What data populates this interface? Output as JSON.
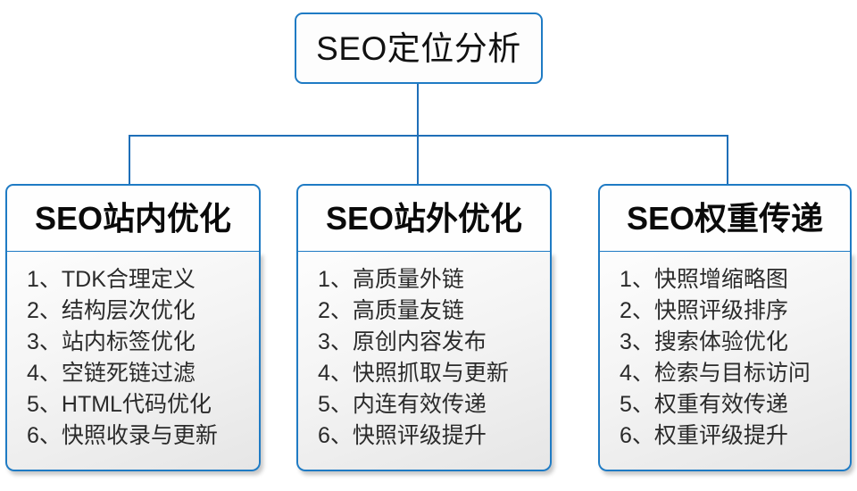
{
  "diagram": {
    "type": "tree-org-chart",
    "root": {
      "label": "SEO定位分析"
    },
    "branches": [
      {
        "header": "SEO站内优化",
        "items": [
          {
            "num": "1、",
            "text": "TDK合理定义"
          },
          {
            "num": "2、",
            "text": "结构层次优化"
          },
          {
            "num": "3、",
            "text": "站内标签优化"
          },
          {
            "num": "4、",
            "text": "空链死链过滤"
          },
          {
            "num": "5、",
            "text": "HTML代码优化"
          },
          {
            "num": "6、",
            "text": "快照收录与更新"
          }
        ]
      },
      {
        "header": "SEO站外优化",
        "items": [
          {
            "num": "1、",
            "text": "高质量外链"
          },
          {
            "num": "2、",
            "text": "高质量友链"
          },
          {
            "num": "3、",
            "text": "原创内容发布"
          },
          {
            "num": "4、",
            "text": "快照抓取与更新"
          },
          {
            "num": "5、",
            "text": "内连有效传递"
          },
          {
            "num": "6、",
            "text": "快照评级提升"
          }
        ]
      },
      {
        "header": "SEO权重传递",
        "items": [
          {
            "num": "1、",
            "text": "快照增缩略图"
          },
          {
            "num": "2、",
            "text": "快照评级排序"
          },
          {
            "num": "3、",
            "text": "搜索体验优化"
          },
          {
            "num": "4、",
            "text": "检索与目标访问"
          },
          {
            "num": "5、",
            "text": "权重有效传递"
          },
          {
            "num": "6、",
            "text": "权重评级提升"
          }
        ]
      }
    ],
    "colors": {
      "border": "#1f7bc4",
      "connector": "#1f6fb8",
      "root_text": "#111111",
      "header_text": "#0a0a0a",
      "item_text": "#2b2b2b",
      "body_background": "#f1f1f1",
      "canvas_background": "#ffffff"
    }
  }
}
